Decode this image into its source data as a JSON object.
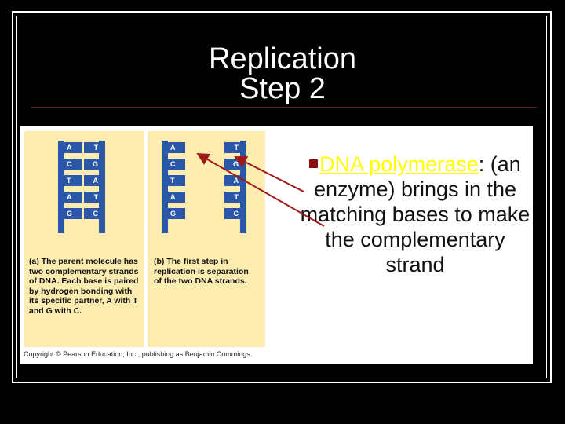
{
  "slide": {
    "title_line1": "Replication",
    "title_line2": "Step 2",
    "bullet_term": "DNA polymerase",
    "bullet_colon": ":",
    "bullet_rest": "(an enzyme) brings in the matching bases to make the complementary strand",
    "colors": {
      "background": "#000000",
      "term": "#ffff00",
      "bullet": "#8b1010",
      "arrow": "#a01818",
      "dna": "#2a57a8",
      "figure_bg": "#fdecb0"
    }
  },
  "figure": {
    "panel_a": {
      "bases": [
        [
          "A",
          "T"
        ],
        [
          "C",
          "G"
        ],
        [
          "T",
          "A"
        ],
        [
          "A",
          "T"
        ],
        [
          "G",
          "C"
        ]
      ],
      "caption_label": "(a)",
      "caption_text": "The parent molecule has two complementary strands of DNA. Each base is paired by hydrogen bonding with its specific partner, A with T and G with C."
    },
    "panel_b": {
      "bases": [
        [
          "A",
          "T"
        ],
        [
          "C",
          "G"
        ],
        [
          "T",
          "A"
        ],
        [
          "A",
          "T"
        ],
        [
          "G",
          "C"
        ]
      ],
      "caption_label": "(b)",
      "caption_text": "The first step in replication is separation of the two DNA strands."
    },
    "copyright": "Copyright © Pearson Education, Inc., publishing as Benjamin Cummings."
  }
}
